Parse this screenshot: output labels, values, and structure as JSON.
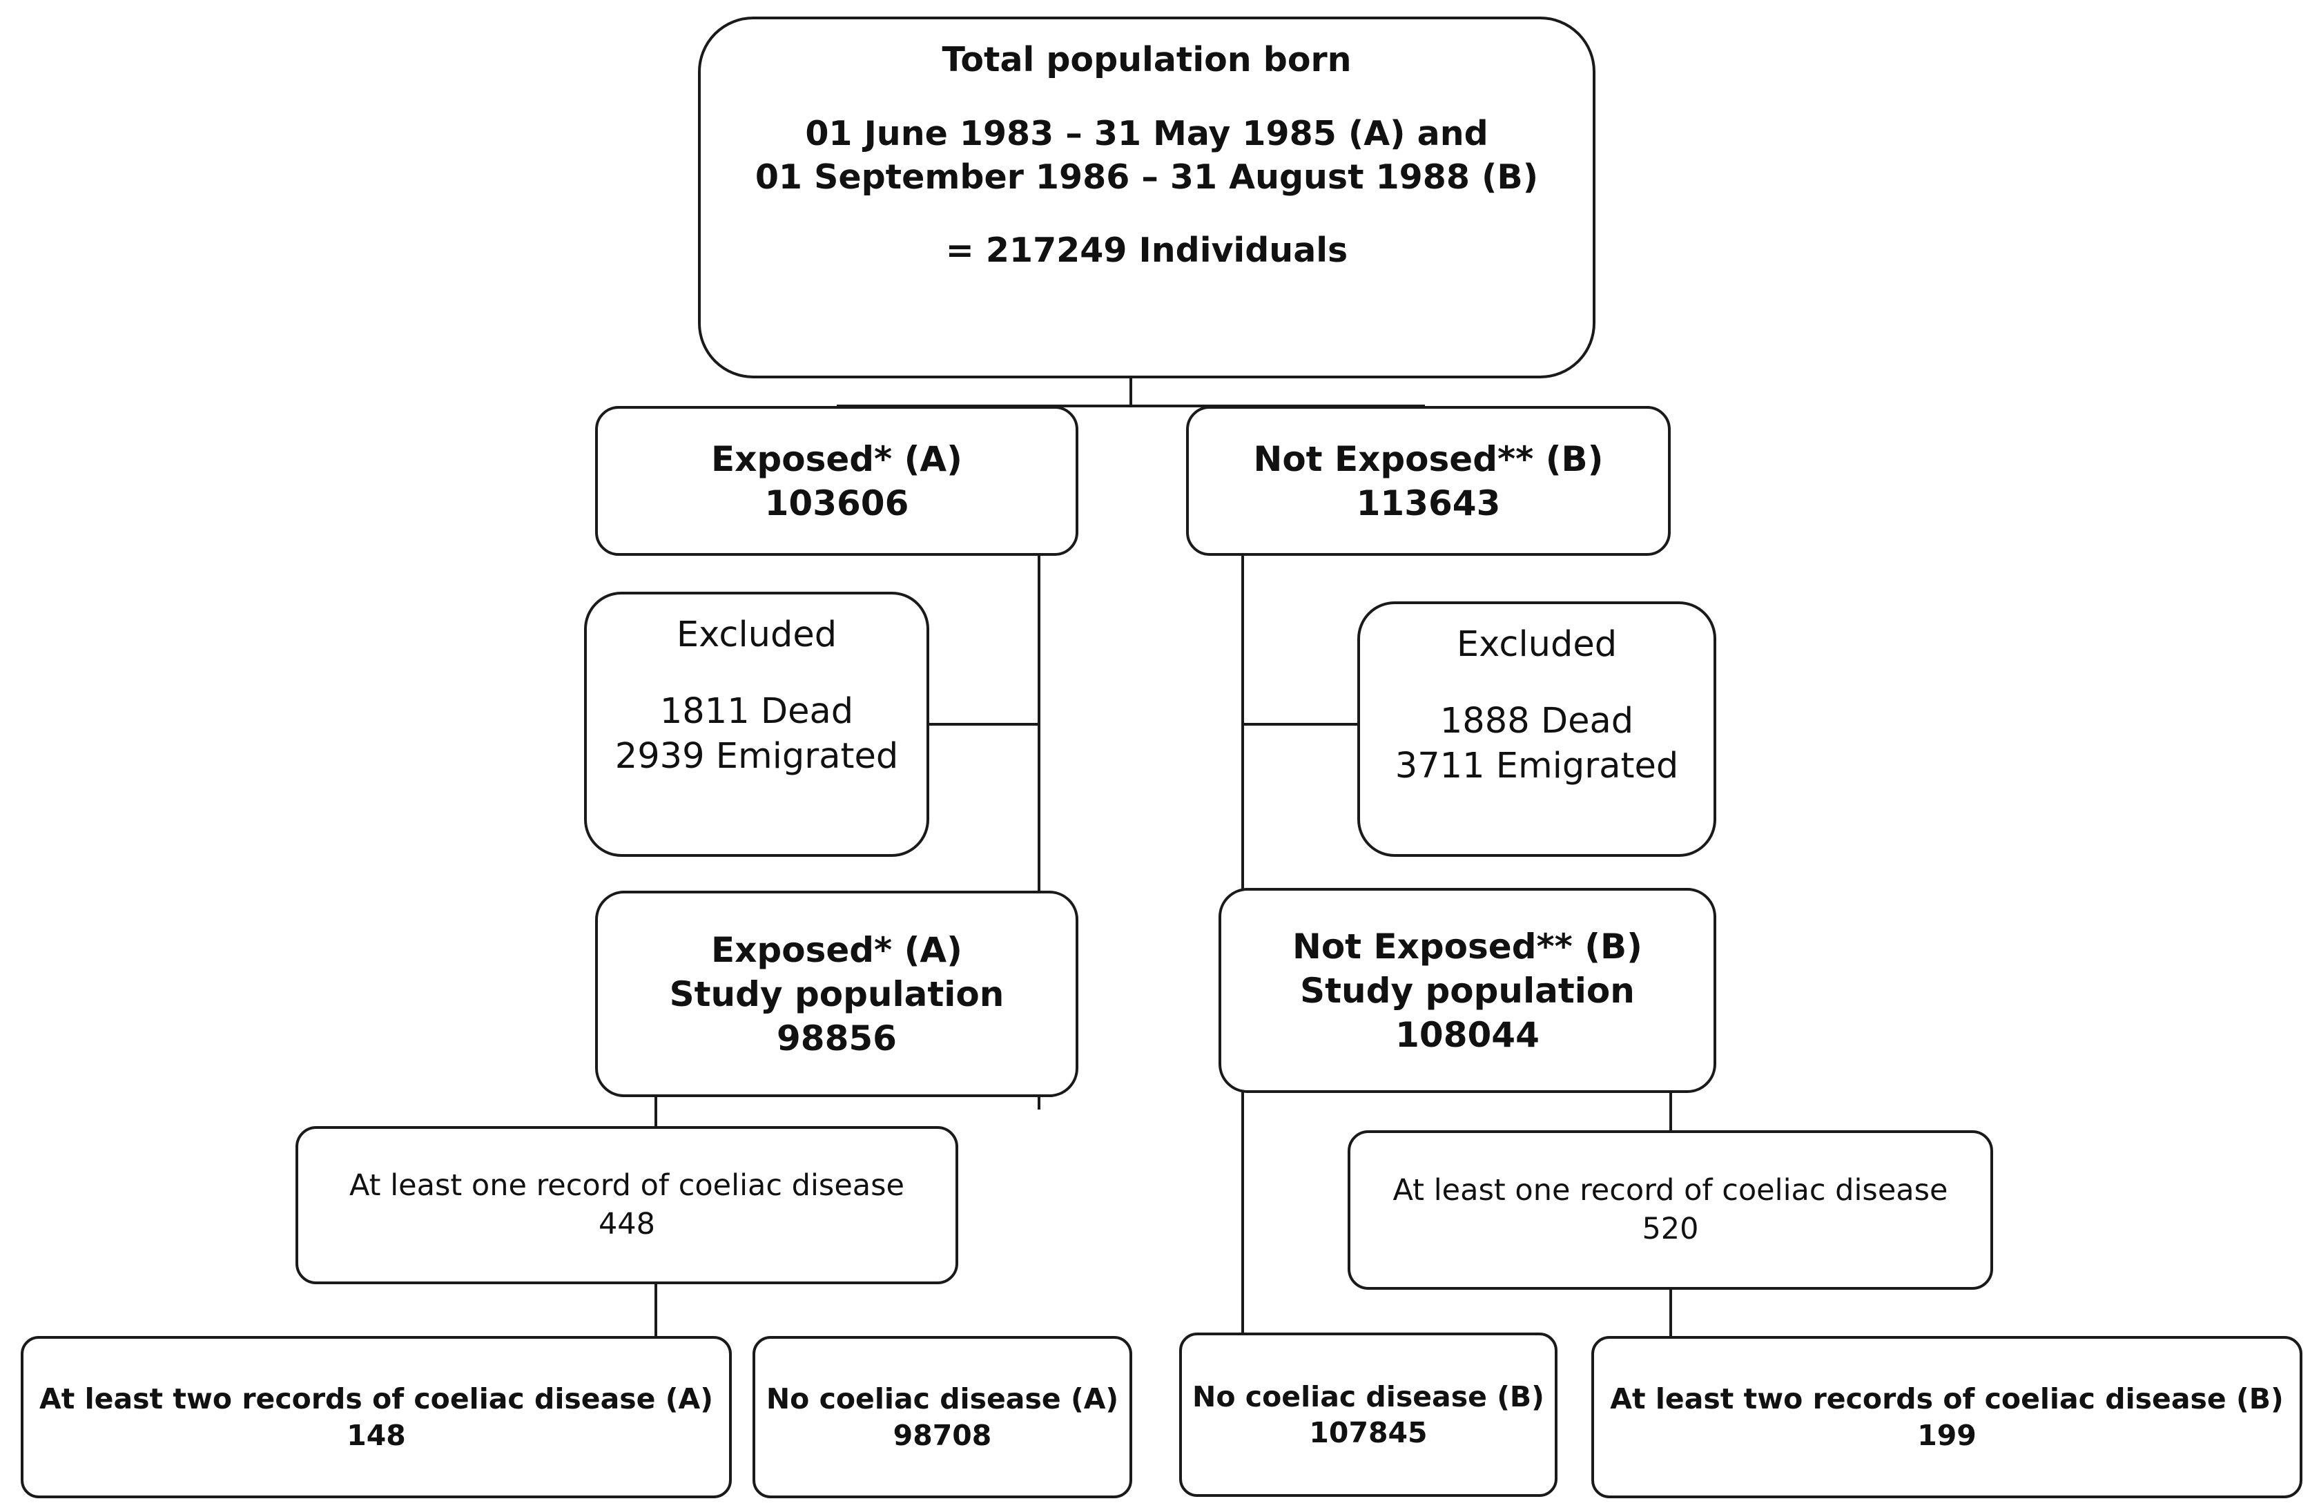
{
  "total": {
    "title": "Total population born",
    "range_a": "01 June 1983 – 31 May 1985 (A) and",
    "range_b": "01 September 1986 – 31 August 1988 (B)",
    "count": "= 217249 Individuals"
  },
  "exposed": {
    "label": "Exposed* (A)",
    "count": "103606"
  },
  "not_exposed": {
    "label": "Not Exposed** (B)",
    "count": "113643"
  },
  "excluded_a": {
    "title": "Excluded",
    "dead": "1811 Dead",
    "emigrated": "2939 Emigrated"
  },
  "excluded_b": {
    "title": "Excluded",
    "dead": "1888 Dead",
    "emigrated": "3711 Emigrated"
  },
  "study_a": {
    "label": "Exposed* (A)",
    "sub": "Study population",
    "count": "98856"
  },
  "study_b": {
    "label": "Not Exposed** (B)",
    "sub": "Study population",
    "count": "108044"
  },
  "one_record_a": {
    "label": "At least one record of coeliac disease",
    "count": "448"
  },
  "one_record_b": {
    "label": "At least one record of coeliac disease",
    "count": "520"
  },
  "two_records_a": {
    "label": "At least two records of coeliac disease (A)",
    "count": "148"
  },
  "no_cd_a": {
    "label": "No coeliac disease (A)",
    "count": "98708"
  },
  "no_cd_b": {
    "label": "No coeliac disease (B)",
    "count": "107845"
  },
  "two_records_b": {
    "label": "At least two records of coeliac disease (B)",
    "count": "199"
  }
}
